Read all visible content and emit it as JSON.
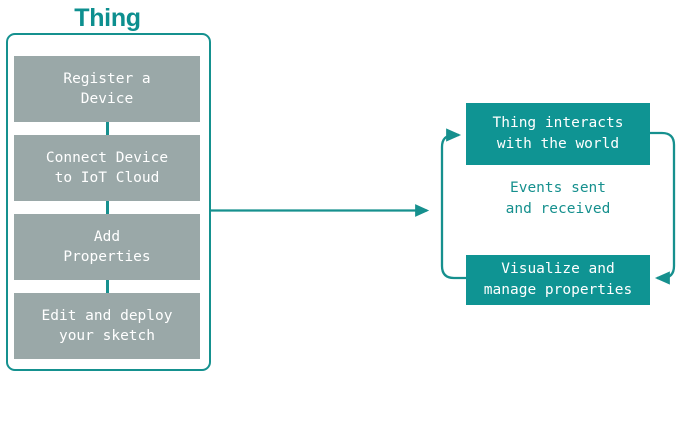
{
  "diagram": {
    "title": "Thing",
    "colors": {
      "teal": "#0f9493",
      "teal_line": "#16908e",
      "gray_box": "#9aa8a8",
      "white": "#ffffff",
      "background": "#ffffff"
    },
    "setup_column": {
      "label": "Thing",
      "steps": [
        {
          "id": "register-a-device",
          "text": "Register a\nDevice"
        },
        {
          "id": "connect-device",
          "text": "Connect Device\nto IoT Cloud"
        },
        {
          "id": "add-properties",
          "text": "Add\nProperties"
        },
        {
          "id": "edit-and-deploy",
          "text": "Edit and deploy\nyour sketch"
        }
      ]
    },
    "transition": {
      "arrow_direction": "right"
    },
    "cycle": {
      "top_box": {
        "id": "thing-interacts",
        "text": "Thing interacts\nwith the world"
      },
      "center_label": "Events sent\nand received",
      "bottom_box": {
        "id": "visualize-manage",
        "text": "Visualize and\nmanage properties"
      },
      "loop_direction": "clockwise"
    }
  }
}
